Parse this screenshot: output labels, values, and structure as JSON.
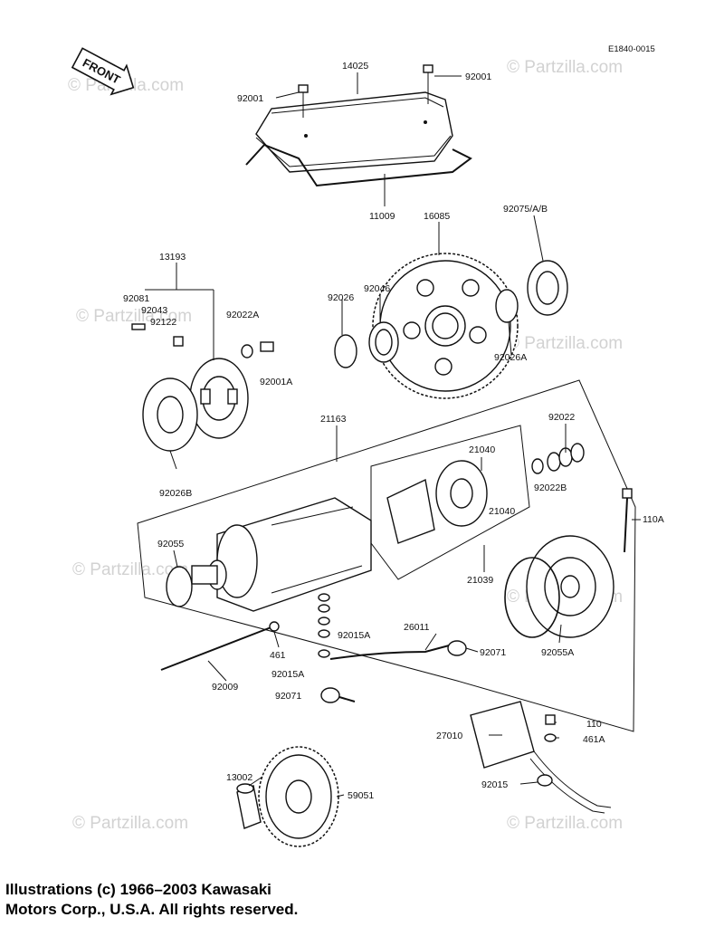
{
  "diagram_code": "E1840-0015",
  "front_label": "FRONT",
  "watermark": "© Partzilla.com",
  "copyright_lines": [
    "Illustrations (c) 1966–2003 Kawasaki",
    "Motors Corp., U.S.A.  All rights reserved."
  ],
  "part_labels": [
    "14025",
    "92001",
    "92001",
    "11009",
    "16085",
    "92075/A/B",
    "13193",
    "92081",
    "92043",
    "92122",
    "92022A",
    "92001A",
    "92026",
    "92046",
    "92026A",
    "92026B",
    "21163",
    "21040",
    "92022",
    "92022B",
    "21040",
    "110A",
    "92055",
    "21039",
    "92015A",
    "26011",
    "92071",
    "461",
    "92055A",
    "92009",
    "92015A",
    "92071",
    "27010",
    "110",
    "461A",
    "92015",
    "13002",
    "59051"
  ]
}
